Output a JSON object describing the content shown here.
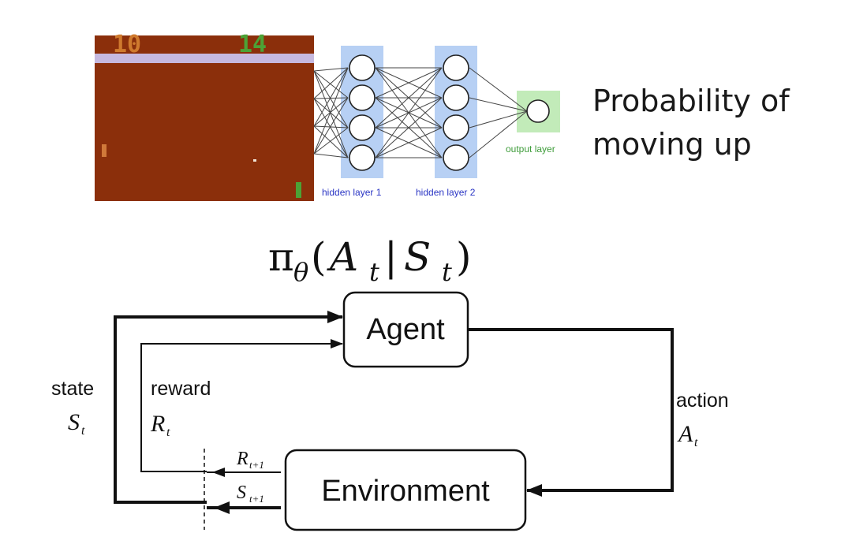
{
  "game": {
    "score_left": "10",
    "score_right": "14",
    "colors": {
      "field": "#8b2f0b",
      "top_band": "#8b2f0b",
      "stripe": "#c6b9df",
      "score_left": "#cf7a2e",
      "score_right": "#4ca236",
      "left_paddle": "#d0793a",
      "right_paddle": "#4ca236",
      "ball": "#f0e4d6"
    }
  },
  "network": {
    "hidden_layer_1": "hidden layer 1",
    "hidden_layer_2": "hidden layer 2",
    "output_layer": "output layer",
    "colors": {
      "hidden_bg": "#b7d0f4",
      "output_bg": "#c2ebb9",
      "hidden_label": "#2a35c4",
      "output_label": "#3e9c3a"
    }
  },
  "output_text": {
    "line1": "Probability of",
    "line2": "moving up"
  },
  "formula": {
    "pi": "π",
    "theta": "θ",
    "open": "(",
    "A": "A",
    "t1": "t",
    "bar": "|",
    "S": "S",
    "t2": "t",
    "close": ")"
  },
  "rl_loop": {
    "agent": "Agent",
    "environment": "Environment",
    "state_label": "state",
    "state_var": "S",
    "state_sub": "t",
    "reward_label": "reward",
    "reward_var": "R",
    "reward_sub": "t",
    "action_label": "action",
    "action_var": "A",
    "action_sub": "t",
    "next_reward_var": "R",
    "next_reward_sub": "t+1",
    "next_state_var": "S",
    "next_state_sub": "t+1"
  }
}
